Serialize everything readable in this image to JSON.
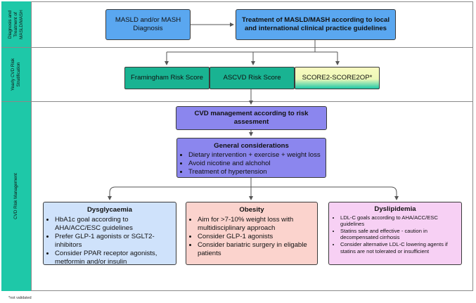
{
  "bands": {
    "diagnosis": "Diagnosis and Treatment of MASLD/MASH",
    "yearly": "Yearly CVD Risk Stratification",
    "management": "CVD Risk Management"
  },
  "diagnosis_box": "MASLD and/or MASH Diagnosis",
  "treatment_box": "Treatment of MASLD/MASH according to local and international clinical practice guidelines",
  "risk_scores": [
    "Framingham Risk Score",
    "ASCVD Risk Score",
    "SCORE2-SCORE2OP*"
  ],
  "cvd_management": "CVD management according to risk assesment",
  "general": {
    "title": "General considerations",
    "items": [
      "Dietary intervention + exercise + weight loss",
      "Avoid nicotine and alchohol",
      "Treatment of hypertension"
    ]
  },
  "dysglycaemia": {
    "title": "Dysglycaemia",
    "items": [
      "HbA1c goal according to AHA/ACC/ESC guidelines",
      "Prefer GLP-1 agonists or SGLT2-inhibitors",
      "Consider PPAR receptor agonists, metformin and/or insulin"
    ]
  },
  "obesity": {
    "title": "Obesity",
    "items": [
      "Aim for >7-10% weight loss with multidisciplinary approach",
      "Consider GLP-1 agonists",
      "Consider bariatric surgery in eligable patients"
    ]
  },
  "dyslipidemia": {
    "title": "Dyslipidemia",
    "items": [
      "LDL-C goals according to AHA/ACC/ESC guidelines",
      "Statins safe and effective - caution in decompensated cirrhosis",
      "Consider alternative LDL-C lowering agents if statins are not tolerated or insufficient"
    ]
  },
  "footnote": "*not validated",
  "colors": {
    "band": "#1ec8a8",
    "blue_box": "#5aa7f0",
    "green_box": "#19b392",
    "score2_gradient": [
      "#f8fbc0",
      "#1ec8a8"
    ],
    "purple_box": "#8b86ee",
    "dysglycaemia": "#cfe2fb",
    "obesity": "#fbd3cd",
    "dyslipidemia": "#f7d0f4"
  }
}
